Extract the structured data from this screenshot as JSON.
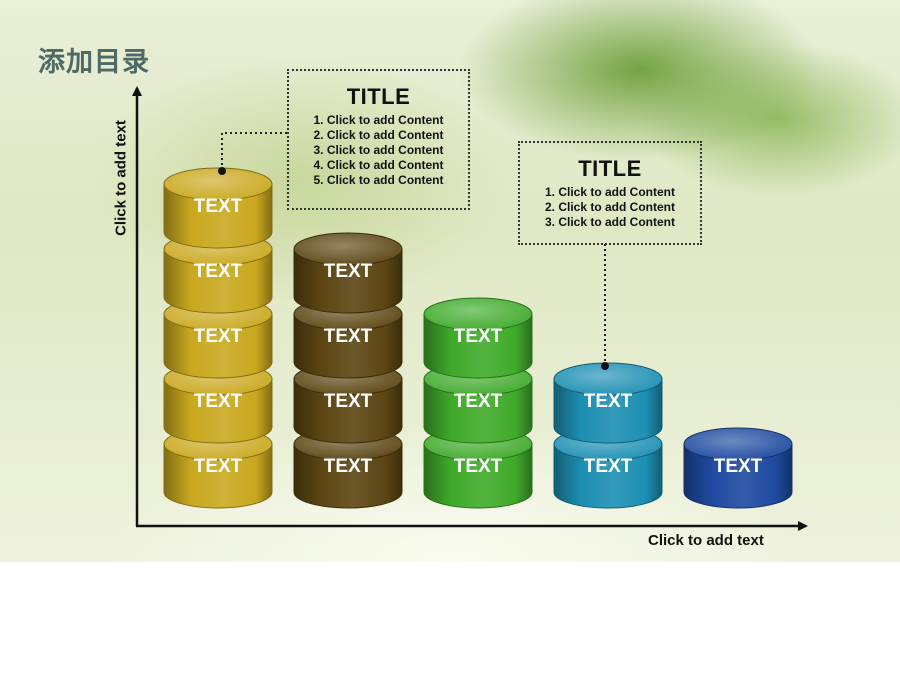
{
  "slide_title": "添加目录",
  "y_axis_label": "Click to add text",
  "x_axis_label": "Click to add text",
  "callouts": [
    {
      "title": "TITLE",
      "items": [
        "1. Click to add Content",
        "2. Click to add Content",
        "3. Click to add Content",
        "4. Click to add Content",
        "5. Click to add Content"
      ]
    },
    {
      "title": "TITLE",
      "items": [
        "1. Click to add Content",
        "2. Click to add Content",
        "3. Click to add Content"
      ]
    }
  ],
  "columns": [
    {
      "color": "#c9a81e",
      "disks": 5,
      "label": "TEXT"
    },
    {
      "color": "#5b4512",
      "disks": 4,
      "label": "TEXT"
    },
    {
      "color": "#3faa2a",
      "disks": 3,
      "label": "TEXT"
    },
    {
      "color": "#1c8fb3",
      "disks": 2,
      "label": "TEXT"
    },
    {
      "color": "#1f4aa0",
      "disks": 1,
      "label": "TEXT"
    }
  ]
}
